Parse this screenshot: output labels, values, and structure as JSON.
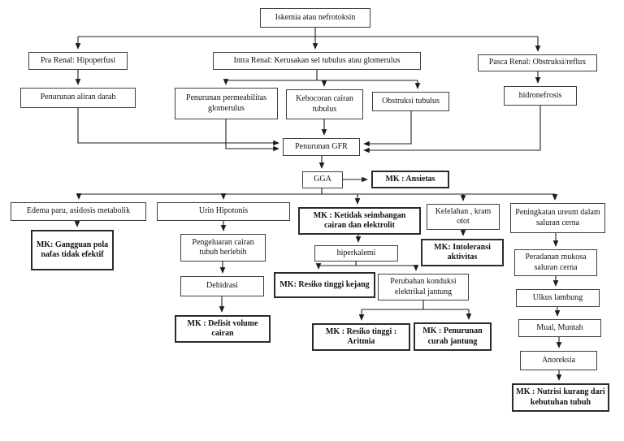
{
  "diagram_type": "flowchart",
  "colors": {
    "background": "#ffffff",
    "box_border": "#3f3f3f",
    "mk_box_border": "#2b2b2b",
    "text": "#111111",
    "line": "#1c1c1c"
  },
  "nodes": {
    "iskemia": "Iskemia atau nefrotoksin",
    "pra_renal": "Pra Renal: Hipoperfusi",
    "intra_renal": "Intra Renal: Kerusakan sel tubulus atau glomerulus",
    "pasca_renal": "Pasca Renal: Obstruksi/reflux",
    "aliran_darah": "Penurunan aliran darah",
    "permeabilitas": "Penurunan permeabilitas glomerulus",
    "kebocoran": "Kebocoran cairan tubulus",
    "obstruksi": "Obstruksi tubulus",
    "hidronefrosis": "hidronefrosis",
    "gfr": "Penurunan GFR",
    "gga": "GGA",
    "ansietas": "MK : Ansietas",
    "edema": "Edema paru, asidosis metabolik",
    "urin": "Urin Hipotonis",
    "ketidakseimbangan": "MK : Ketidak seimbangan cairan dan elektrolit",
    "kelelahan": "Kelelahan , kram otot",
    "ureum": "Peningkatan ureum dalam saluran cerna",
    "gangguan_nafas": "MK: Gangguan pola nafas tidak efektif",
    "pengeluaran": "Pengeluaran cairan tubuh berlebih",
    "hiperkalemi": "hiperkalemi",
    "intoleransi": "MK: Intoleransi aktivitas",
    "peradanan": "Peradanan mukosa saluran cerna",
    "dehidrasi": "Dehidrasi",
    "kejang": "MK: Resiko tinggi kejang",
    "konduksi": "Perubahan konduksi elektrikal jantung",
    "ulkus": "Ulkus lambung",
    "defisit": "MK : Defisit volume cairan",
    "aritmia": "MK : Resiko tinggi : Aritmia",
    "curah": "MK : Penurunan curah jantung",
    "mual": "Mual, Muntah",
    "anoreksia": "Anoreksia",
    "nutrisi": "MK : Nutrisi kurang dari kebutuhan tubuh"
  }
}
